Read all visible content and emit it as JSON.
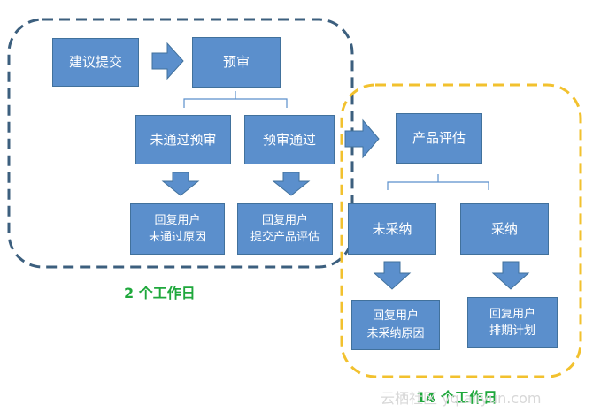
{
  "colors": {
    "box_fill": "#5b8fcc",
    "box_border": "#41719c",
    "group1_border": "#3c5f7e",
    "group2_border": "#f2c12e",
    "label_green": "#1fa83c"
  },
  "nodes": {
    "suggest": "建议提交",
    "precheck": "预审",
    "not_passed": "未通过预审",
    "passed": "预审通过",
    "reply_reject_1": "回复用户",
    "reply_reject_2": "未通过原因",
    "reply_eval_1": "回复用户",
    "reply_eval_2": "提交产品评估",
    "product_eval": "产品评估",
    "not_adopted": "未采纳",
    "adopted": "采纳",
    "reply_not_adopted_1": "回复用户",
    "reply_not_adopted_2": "未采纳原因",
    "reply_schedule_1": "回复用户",
    "reply_schedule_2": "排期计划"
  },
  "groups": {
    "group1_label": "2 个工作日",
    "group2_label": "14 个工作日"
  },
  "watermark": "云栖社区 yq.aliyun.com"
}
